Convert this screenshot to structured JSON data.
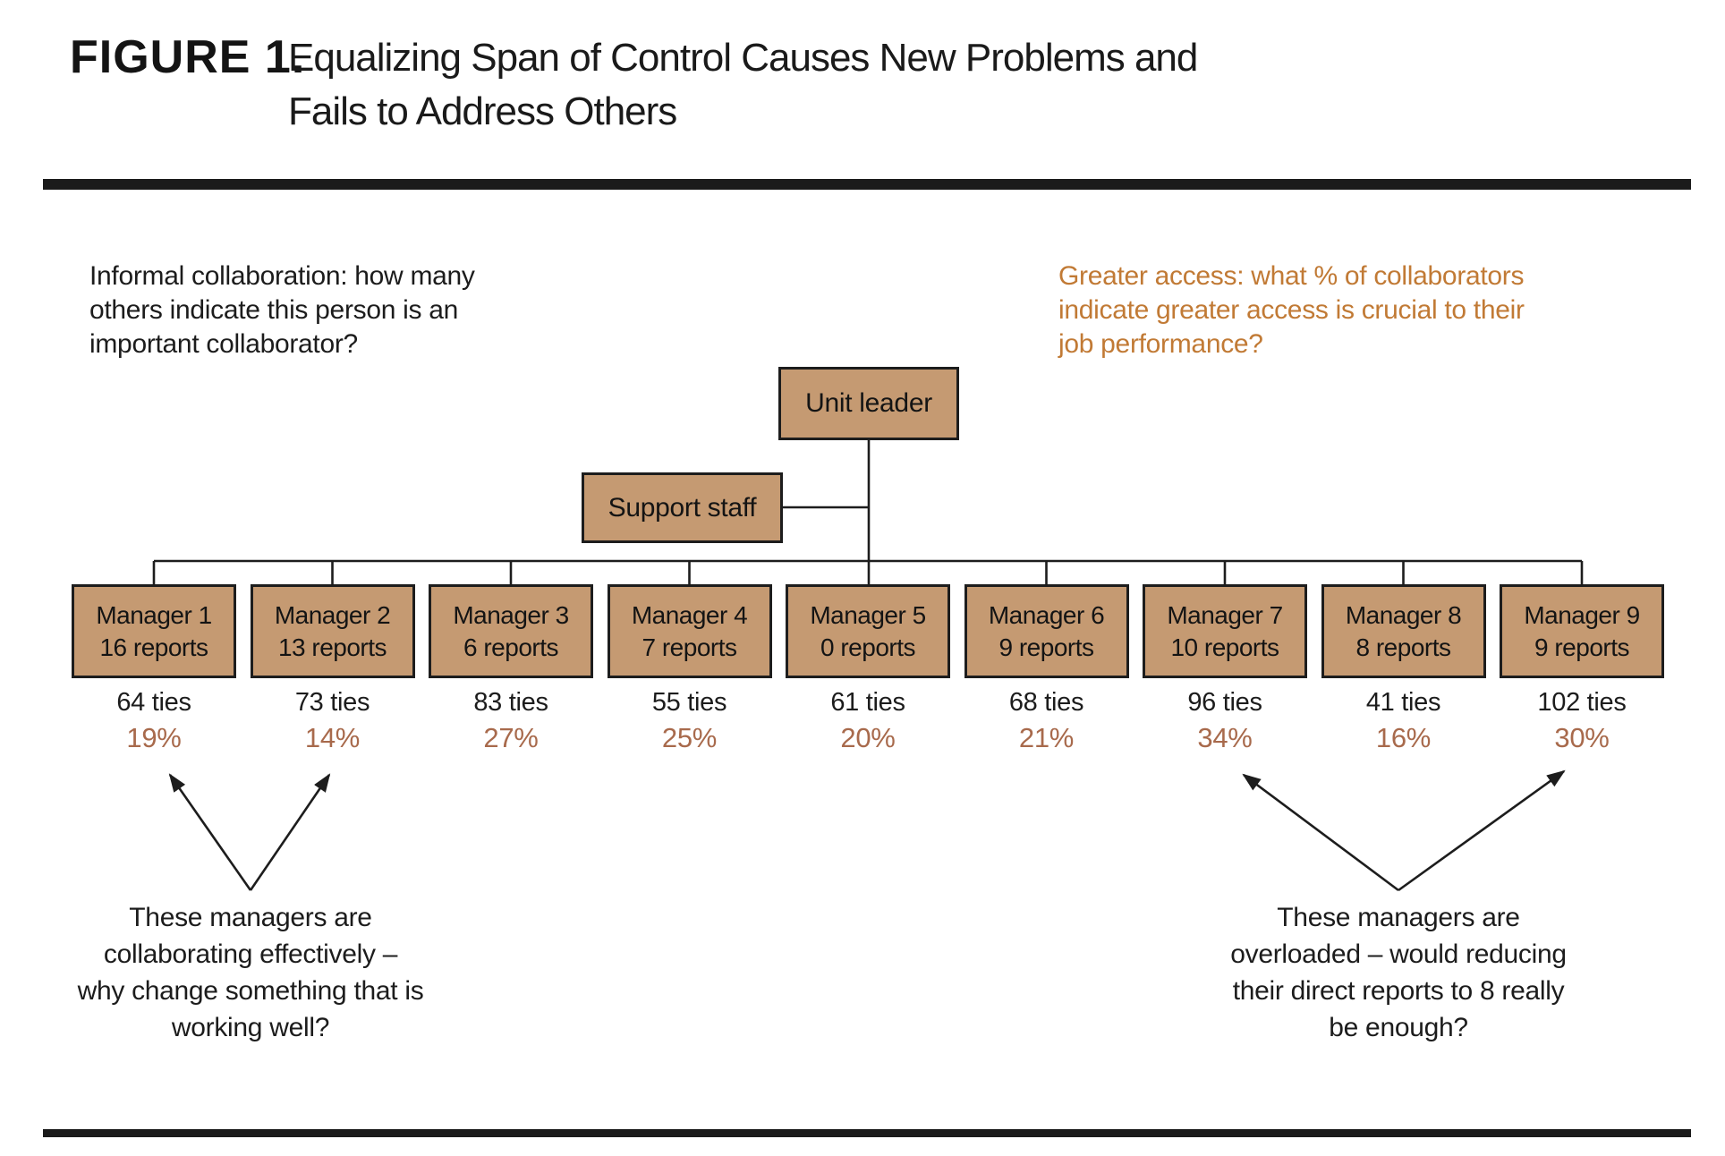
{
  "figure": {
    "label": "FIGURE 1.",
    "title_line1": "Equalizing Span of Control Causes New Problems and",
    "title_line2": "Fails to Address Others"
  },
  "annotations": {
    "informal_collaboration": {
      "line1": "Informal collaboration: how many",
      "line2": "others indicate this person is an",
      "line3": "important collaborator?"
    },
    "greater_access": {
      "line1": "Greater access: what % of collaborators",
      "line2": "indicate greater access is crucial to their",
      "line3": "job performance?"
    },
    "effective_callout": {
      "line1": "These managers are",
      "line2": "collaborating effectively –",
      "line3": "why change something that is",
      "line4": "working well?"
    },
    "overloaded_callout": {
      "line1": "These managers are",
      "line2": "overloaded – would reducing",
      "line3": "their direct reports to 8 really",
      "line4": "be enough?"
    }
  },
  "org": {
    "unit_leader_label": "Unit leader",
    "support_staff_label": "Support staff",
    "managers": [
      {
        "name": "Manager 1",
        "reports": "16 reports",
        "ties": "64 ties",
        "percent": "19%"
      },
      {
        "name": "Manager 2",
        "reports": "13 reports",
        "ties": "73 ties",
        "percent": "14%"
      },
      {
        "name": "Manager 3",
        "reports": "6 reports",
        "ties": "83 ties",
        "percent": "27%"
      },
      {
        "name": "Manager 4",
        "reports": "7 reports",
        "ties": "55 ties",
        "percent": "25%"
      },
      {
        "name": "Manager 5",
        "reports": "0 reports",
        "ties": "61 ties",
        "percent": "20%"
      },
      {
        "name": "Manager 6",
        "reports": "9 reports",
        "ties": "68 ties",
        "percent": "21%"
      },
      {
        "name": "Manager 7",
        "reports": "10 reports",
        "ties": "96 ties",
        "percent": "34%"
      },
      {
        "name": "Manager 8",
        "reports": "8 reports",
        "ties": "41 ties",
        "percent": "16%"
      },
      {
        "name": "Manager 9",
        "reports": "9 reports",
        "ties": "102 ties",
        "percent": "30%"
      }
    ]
  },
  "colors": {
    "box_fill": "#c59a72",
    "box_border": "#1d1d1d",
    "accent_orange": "#c17a35",
    "percent_brown": "#a86a4c",
    "text_black": "#1c1c1c"
  }
}
